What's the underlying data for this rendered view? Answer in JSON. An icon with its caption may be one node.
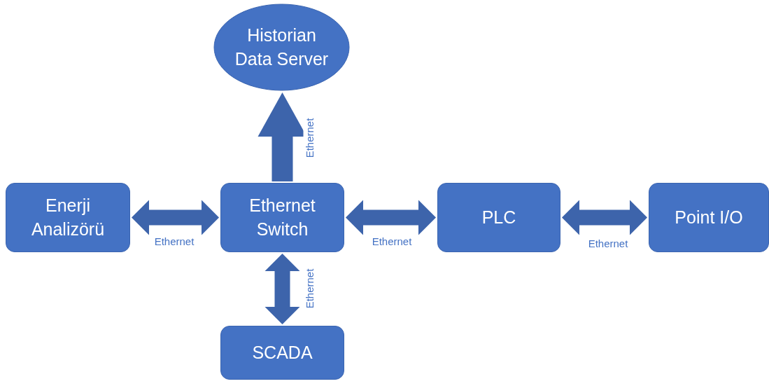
{
  "diagram": {
    "nodes": [
      {
        "text": [
          "Historian Data Server"
        ]
      },
      {
        "text": [
          "Enerji Analizörü"
        ]
      },
      {
        "text": [
          "Ethernet Switch"
        ]
      },
      {
        "text": [
          "PLC"
        ]
      },
      {
        "text": [
          "Point I/O"
        ]
      },
      {
        "text": [
          "SCADA"
        ]
      }
    ],
    "edges": [
      {
        "from": 2,
        "to": 0,
        "arrow": "to",
        "label": "Ethernet"
      },
      {
        "from": 1,
        "to": 2,
        "arrow": "both",
        "label": "Ethernet"
      },
      {
        "from": 2,
        "to": 3,
        "arrow": "both",
        "label": "Ethernet"
      },
      {
        "from": 3,
        "to": 4,
        "arrow": "both",
        "label": "Ethernet"
      },
      {
        "from": 2,
        "to": 5,
        "arrow": "both",
        "label": "Ethernet"
      }
    ]
  }
}
